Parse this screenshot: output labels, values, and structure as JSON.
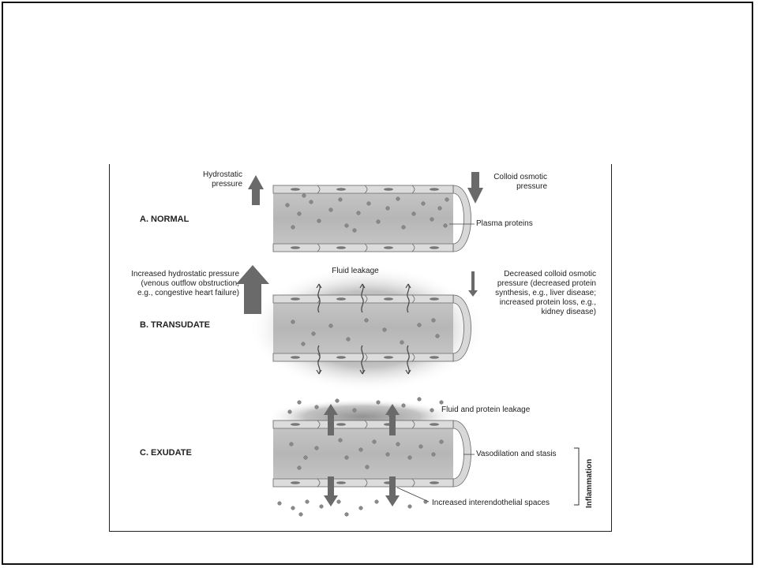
{
  "diagram": {
    "panels": {
      "normal": {
        "title": "A. NORMAL",
        "hydrostatic_label": "Hydrostatic\npressure",
        "colloid_label": "Colloid osmotic\npressure",
        "proteins_label": "Plasma proteins"
      },
      "transudate": {
        "title": "B. TRANSUDATE",
        "leak_label": "Fluid leakage",
        "hydrostatic_label": "Increased hydrostatic pressure\n(venous outflow obstruction,\ne.g., congestive heart failure)",
        "colloid_label": "Decreased colloid osmotic\npressure (decreased protein\nsynthesis, e.g., liver disease;\nincreased protein loss, e.g.,\nkidney disease)"
      },
      "exudate": {
        "title": "C. EXUDATE",
        "leak_label": "Fluid and protein leakage",
        "vasodilation_label": "Vasodilation and stasis",
        "spaces_label": "Increased interendothelial spaces",
        "bracket_label": "Inflammation"
      }
    },
    "colors": {
      "arrow": "#6a6a6a",
      "vessel_wall": "#d4d4d4",
      "lumen": "#bdbdbd",
      "halo": "#9a9a9a",
      "particle": "#8a8a8a"
    }
  }
}
